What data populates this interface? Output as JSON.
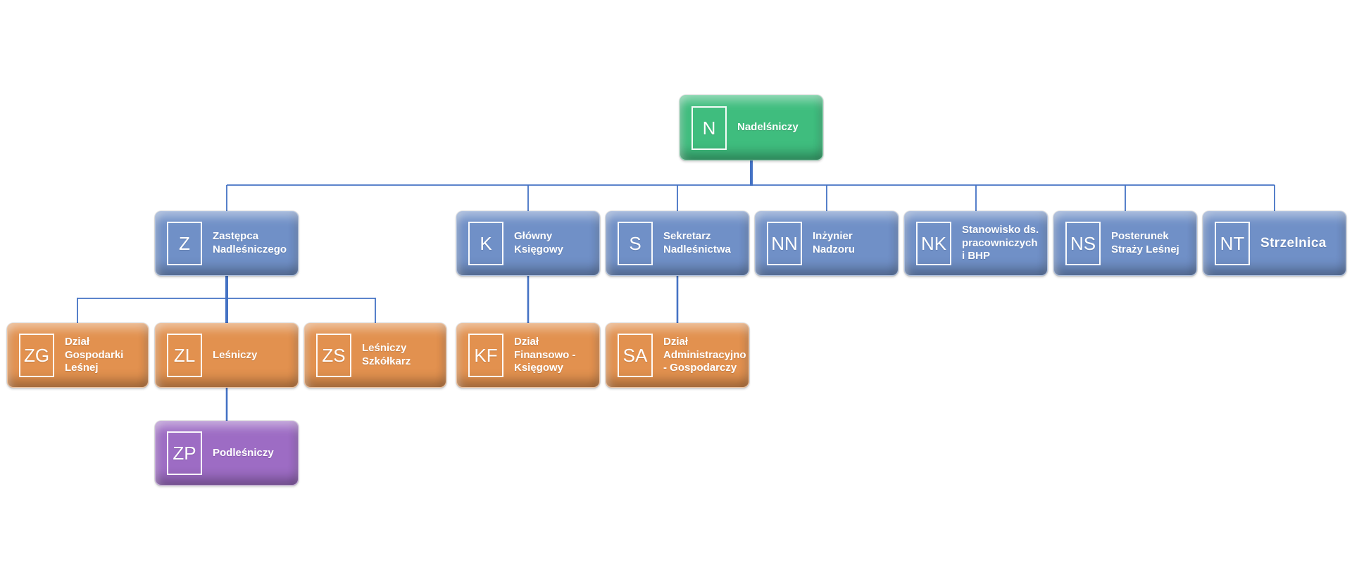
{
  "diagram": {
    "type": "org-chart",
    "connector_color": "#4472C4",
    "palette": {
      "green": "#3FBD7E",
      "blue": "#7090C7",
      "orange": "#E2914F",
      "purple": "#9D6CC4"
    },
    "nodes": [
      {
        "id": "N",
        "code": "N",
        "label": "Nadelśniczy",
        "color": "green",
        "parent": null
      },
      {
        "id": "Z",
        "code": "Z",
        "label": "Zastępca Nadleśniczego",
        "color": "blue",
        "parent": "N"
      },
      {
        "id": "K",
        "code": "K",
        "label": "Główny Księgowy",
        "color": "blue",
        "parent": "N"
      },
      {
        "id": "S",
        "code": "S",
        "label": "Sekretarz Nadleśnictwa",
        "color": "blue",
        "parent": "N"
      },
      {
        "id": "NN",
        "code": "NN",
        "label": "Inżynier Nadzoru",
        "color": "blue",
        "parent": "N"
      },
      {
        "id": "NK",
        "code": "NK",
        "label": "Stanowisko ds. pracowniczych i BHP",
        "color": "blue",
        "parent": "N"
      },
      {
        "id": "NS",
        "code": "NS",
        "label": "Posterunek Straży Leśnej",
        "color": "blue",
        "parent": "N"
      },
      {
        "id": "NT",
        "code": "NT",
        "label": "Strzelnica",
        "color": "blue",
        "parent": "N"
      },
      {
        "id": "ZG",
        "code": "ZG",
        "label": "Dział Gospodarki Leśnej",
        "color": "orange",
        "parent": "Z"
      },
      {
        "id": "ZL",
        "code": "ZL",
        "label": "Leśniczy",
        "color": "orange",
        "parent": "Z"
      },
      {
        "id": "ZS",
        "code": "ZS",
        "label": "Leśniczy Szkółkarz",
        "color": "orange",
        "parent": "Z"
      },
      {
        "id": "KF",
        "code": "KF",
        "label": "Dział Finansowo - Księgowy",
        "color": "orange",
        "parent": "K"
      },
      {
        "id": "SA",
        "code": "SA",
        "label": "Dział Administracyjno - Gospodarczy",
        "color": "orange",
        "parent": "S"
      },
      {
        "id": "ZP",
        "code": "ZP",
        "label": "Podleśniczy",
        "color": "purple",
        "parent": "ZL"
      }
    ]
  }
}
